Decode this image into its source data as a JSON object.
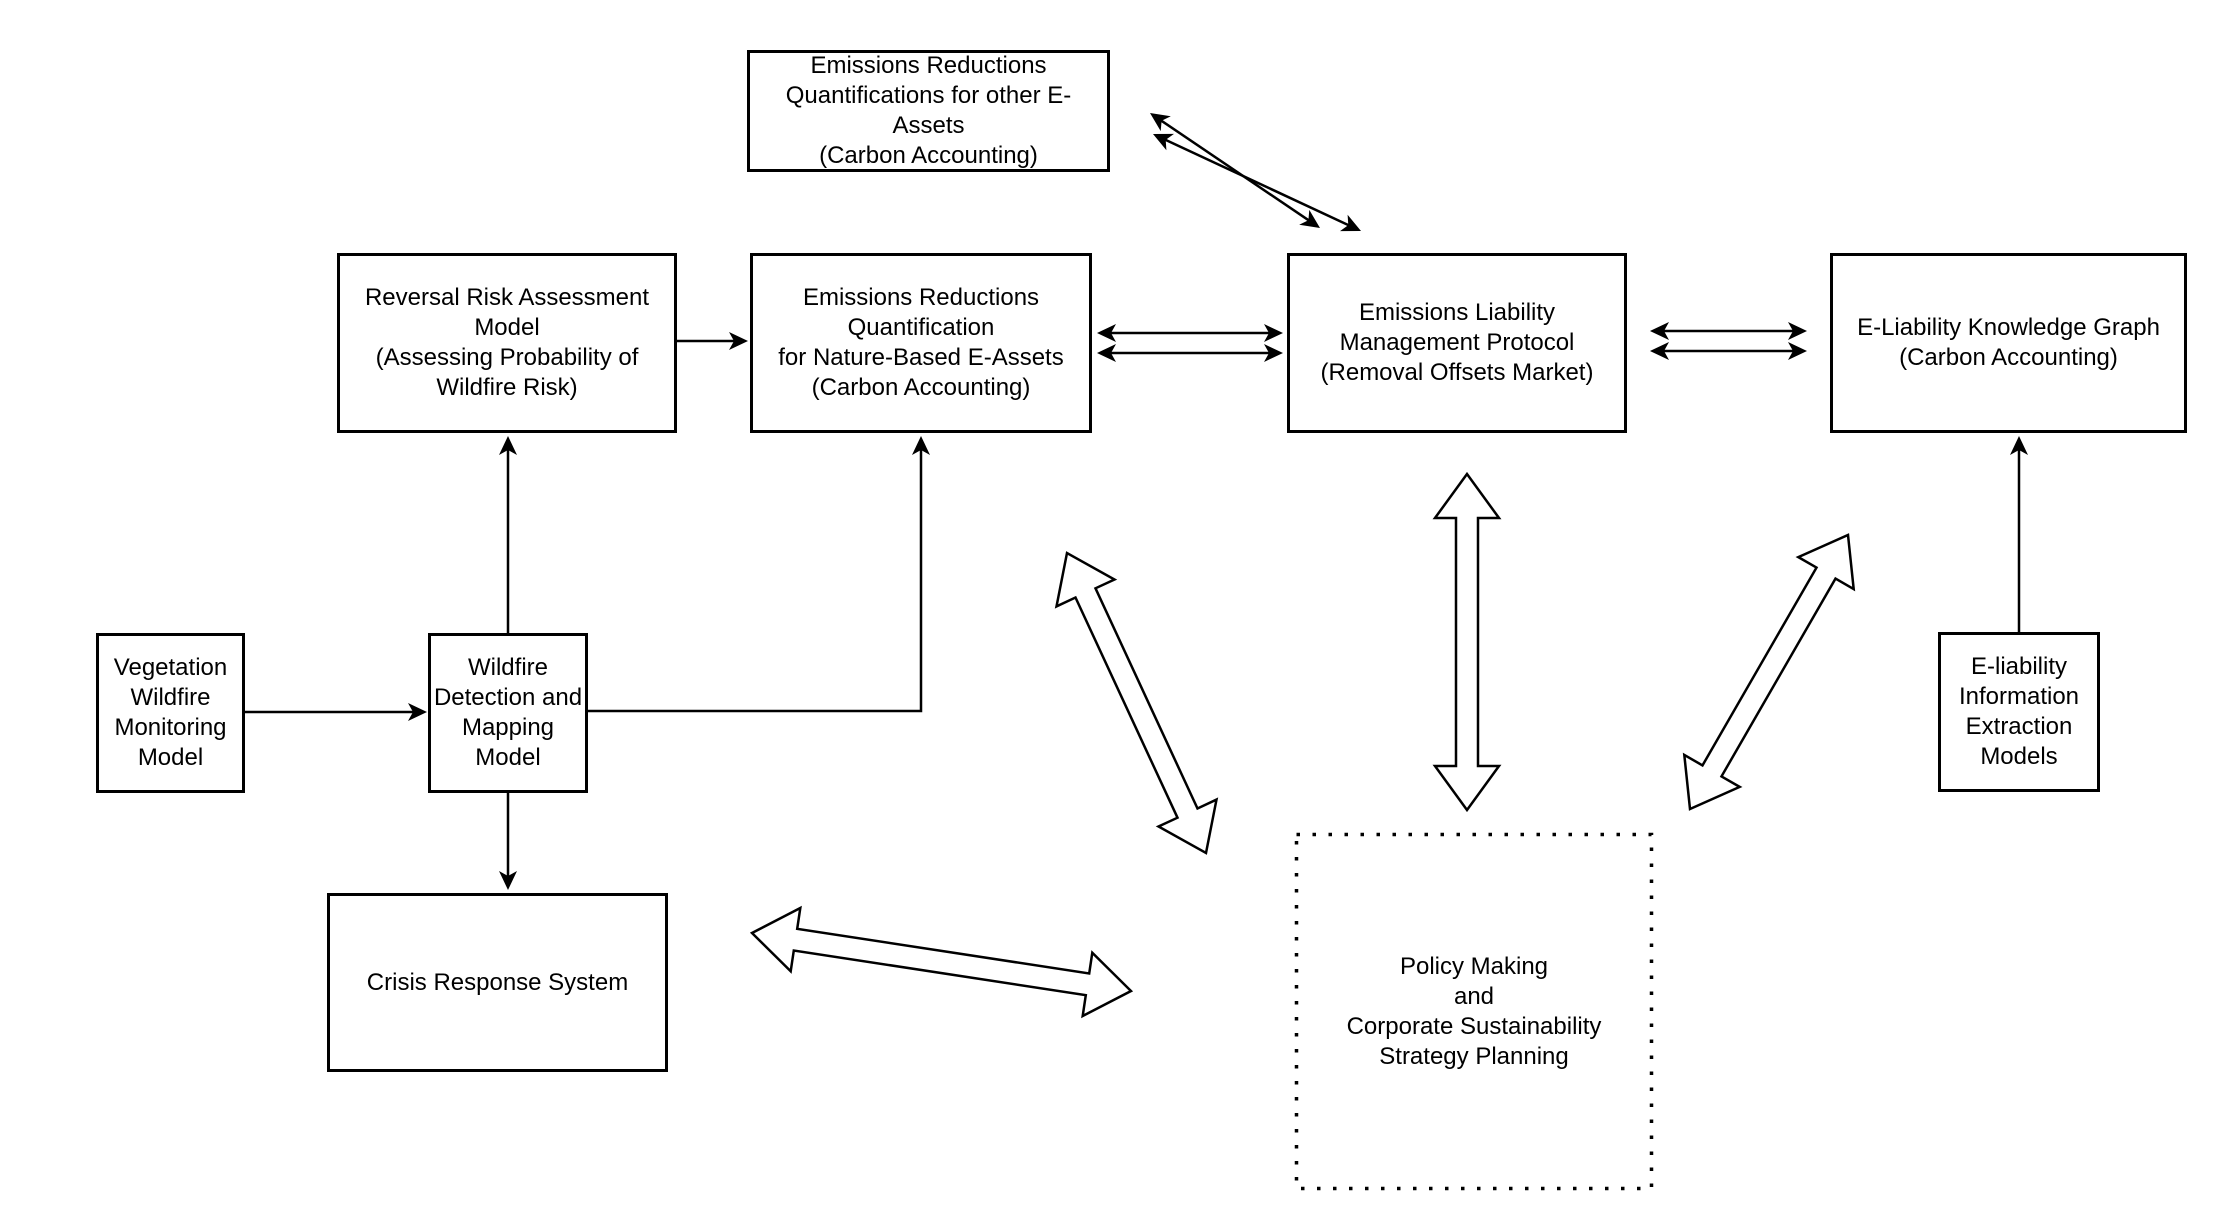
{
  "diagram": {
    "boxes": {
      "emissions_reductions_other": {
        "text": "Emissions Reductions\nQuantifications for other E-\nAssets\n(Carbon Accounting)"
      },
      "reversal_risk": {
        "text": "Reversal Risk Assessment\nModel\n(Assessing Probability of\nWildfire Risk)"
      },
      "err_quant_nature": {
        "text": "Emissions Reductions\nQuantification\nfor Nature-Based E-Assets\n(Carbon Accounting)"
      },
      "emissions_liability": {
        "text": "Emissions Liability\nManagement Protocol\n(Removal Offsets Market)"
      },
      "knowledge_graph": {
        "text": "E-Liability Knowledge Graph\n(Carbon Accounting)"
      },
      "vegetation_monitoring": {
        "text": "Vegetation\nWildfire\nMonitoring\nModel"
      },
      "wildfire_detection": {
        "text": "Wildfire\nDetection and\nMapping\nModel"
      },
      "crisis_response": {
        "text": "Crisis Response System"
      },
      "e_liability_extraction": {
        "text": "E-liability\nInformation\nExtraction\nModels"
      },
      "policy_making": {
        "text": "Policy Making\nand\nCorporate Sustainability\nStrategy Planning"
      }
    },
    "colors": {
      "ink": "#000000",
      "paper": "#ffffff"
    }
  }
}
